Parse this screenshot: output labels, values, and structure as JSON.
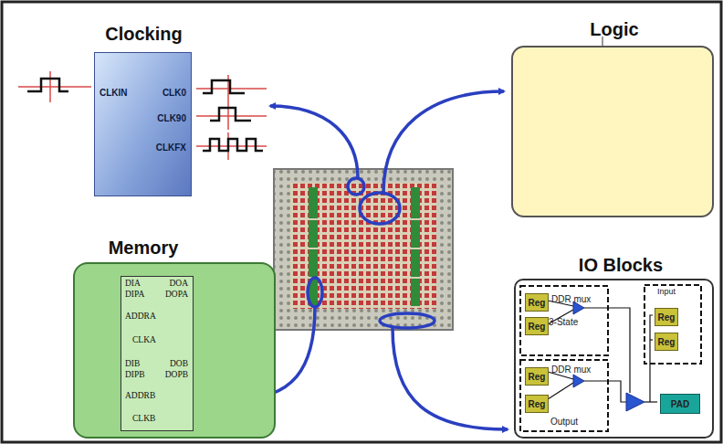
{
  "diagram": {
    "nodes": [
      {
        "text": [
          "Clocking",
          "CLKIN",
          "CLK0",
          "CLK90",
          "CLKFX"
        ]
      },
      {
        "text": [
          "Logic"
        ]
      },
      {
        "text": [
          "Memory"
        ]
      },
      {
        "text": [
          "DIA",
          "DIPA",
          "ADDRA",
          "CLKA",
          "DIB",
          "DIPB",
          "ADDRB",
          "CLKB",
          "DOA",
          "DOPA",
          "DOB",
          "DOPB"
        ],
        "in": 2
      },
      {
        "text": [
          "IO Blocks"
        ]
      },
      {
        "text": [
          "Reg"
        ],
        "in": 4
      },
      {
        "text": [
          "Reg"
        ],
        "in": 4
      },
      {
        "text": [
          "Reg"
        ],
        "in": 4
      },
      {
        "text": [
          "Reg"
        ],
        "in": 4
      },
      {
        "text": [
          "Reg"
        ],
        "in": 4
      },
      {
        "text": [
          "Reg"
        ],
        "in": 4
      },
      {
        "text": [
          "PAD"
        ],
        "in": 4
      }
    ],
    "labels": [
      "DDR mux",
      "3-State",
      "DDR mux",
      "Output",
      "Input"
    ]
  }
}
